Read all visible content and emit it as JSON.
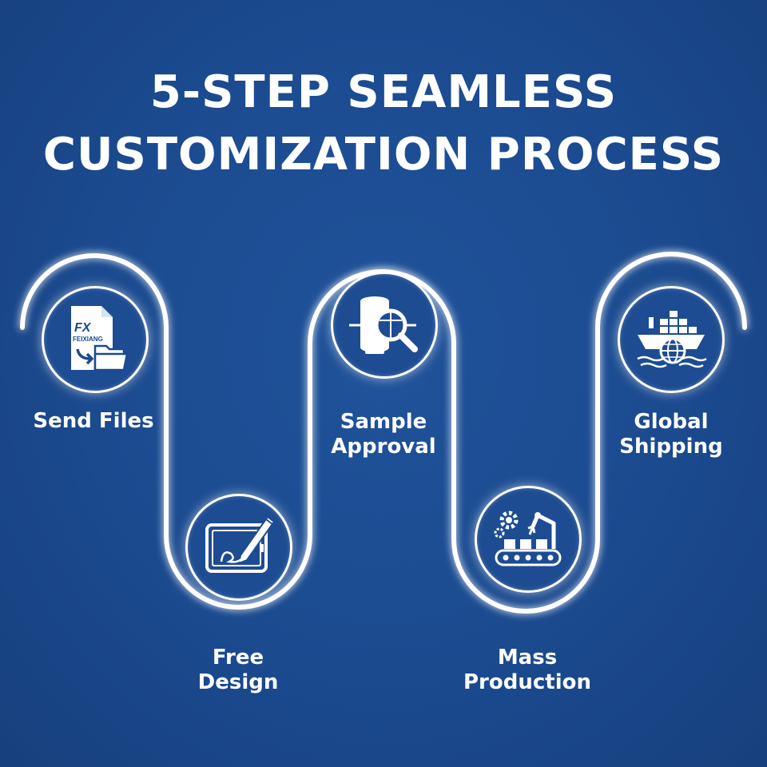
{
  "title": {
    "line1": "5-STEP SEAMLESS",
    "line2": "CUSTOMIZATION PROCESS"
  },
  "steps": [
    {
      "label_line1": "Send Files",
      "label_line2": "",
      "icon": "file-transfer-icon",
      "logo_mark": "FX",
      "logo_text": "FEIXIANG"
    },
    {
      "label_line1": "Free",
      "label_line2": "Design",
      "icon": "tablet-pen-icon"
    },
    {
      "label_line1": "Sample",
      "label_line2": "Approval",
      "icon": "sample-inspect-icon"
    },
    {
      "label_line1": "Mass",
      "label_line2": "Production",
      "icon": "factory-conveyor-icon"
    },
    {
      "label_line1": "Global",
      "label_line2": "Shipping",
      "icon": "cargo-ship-icon"
    }
  ],
  "colors": {
    "background": "#1b4a8f",
    "line": "#ffffff",
    "text": "#ffffff"
  }
}
